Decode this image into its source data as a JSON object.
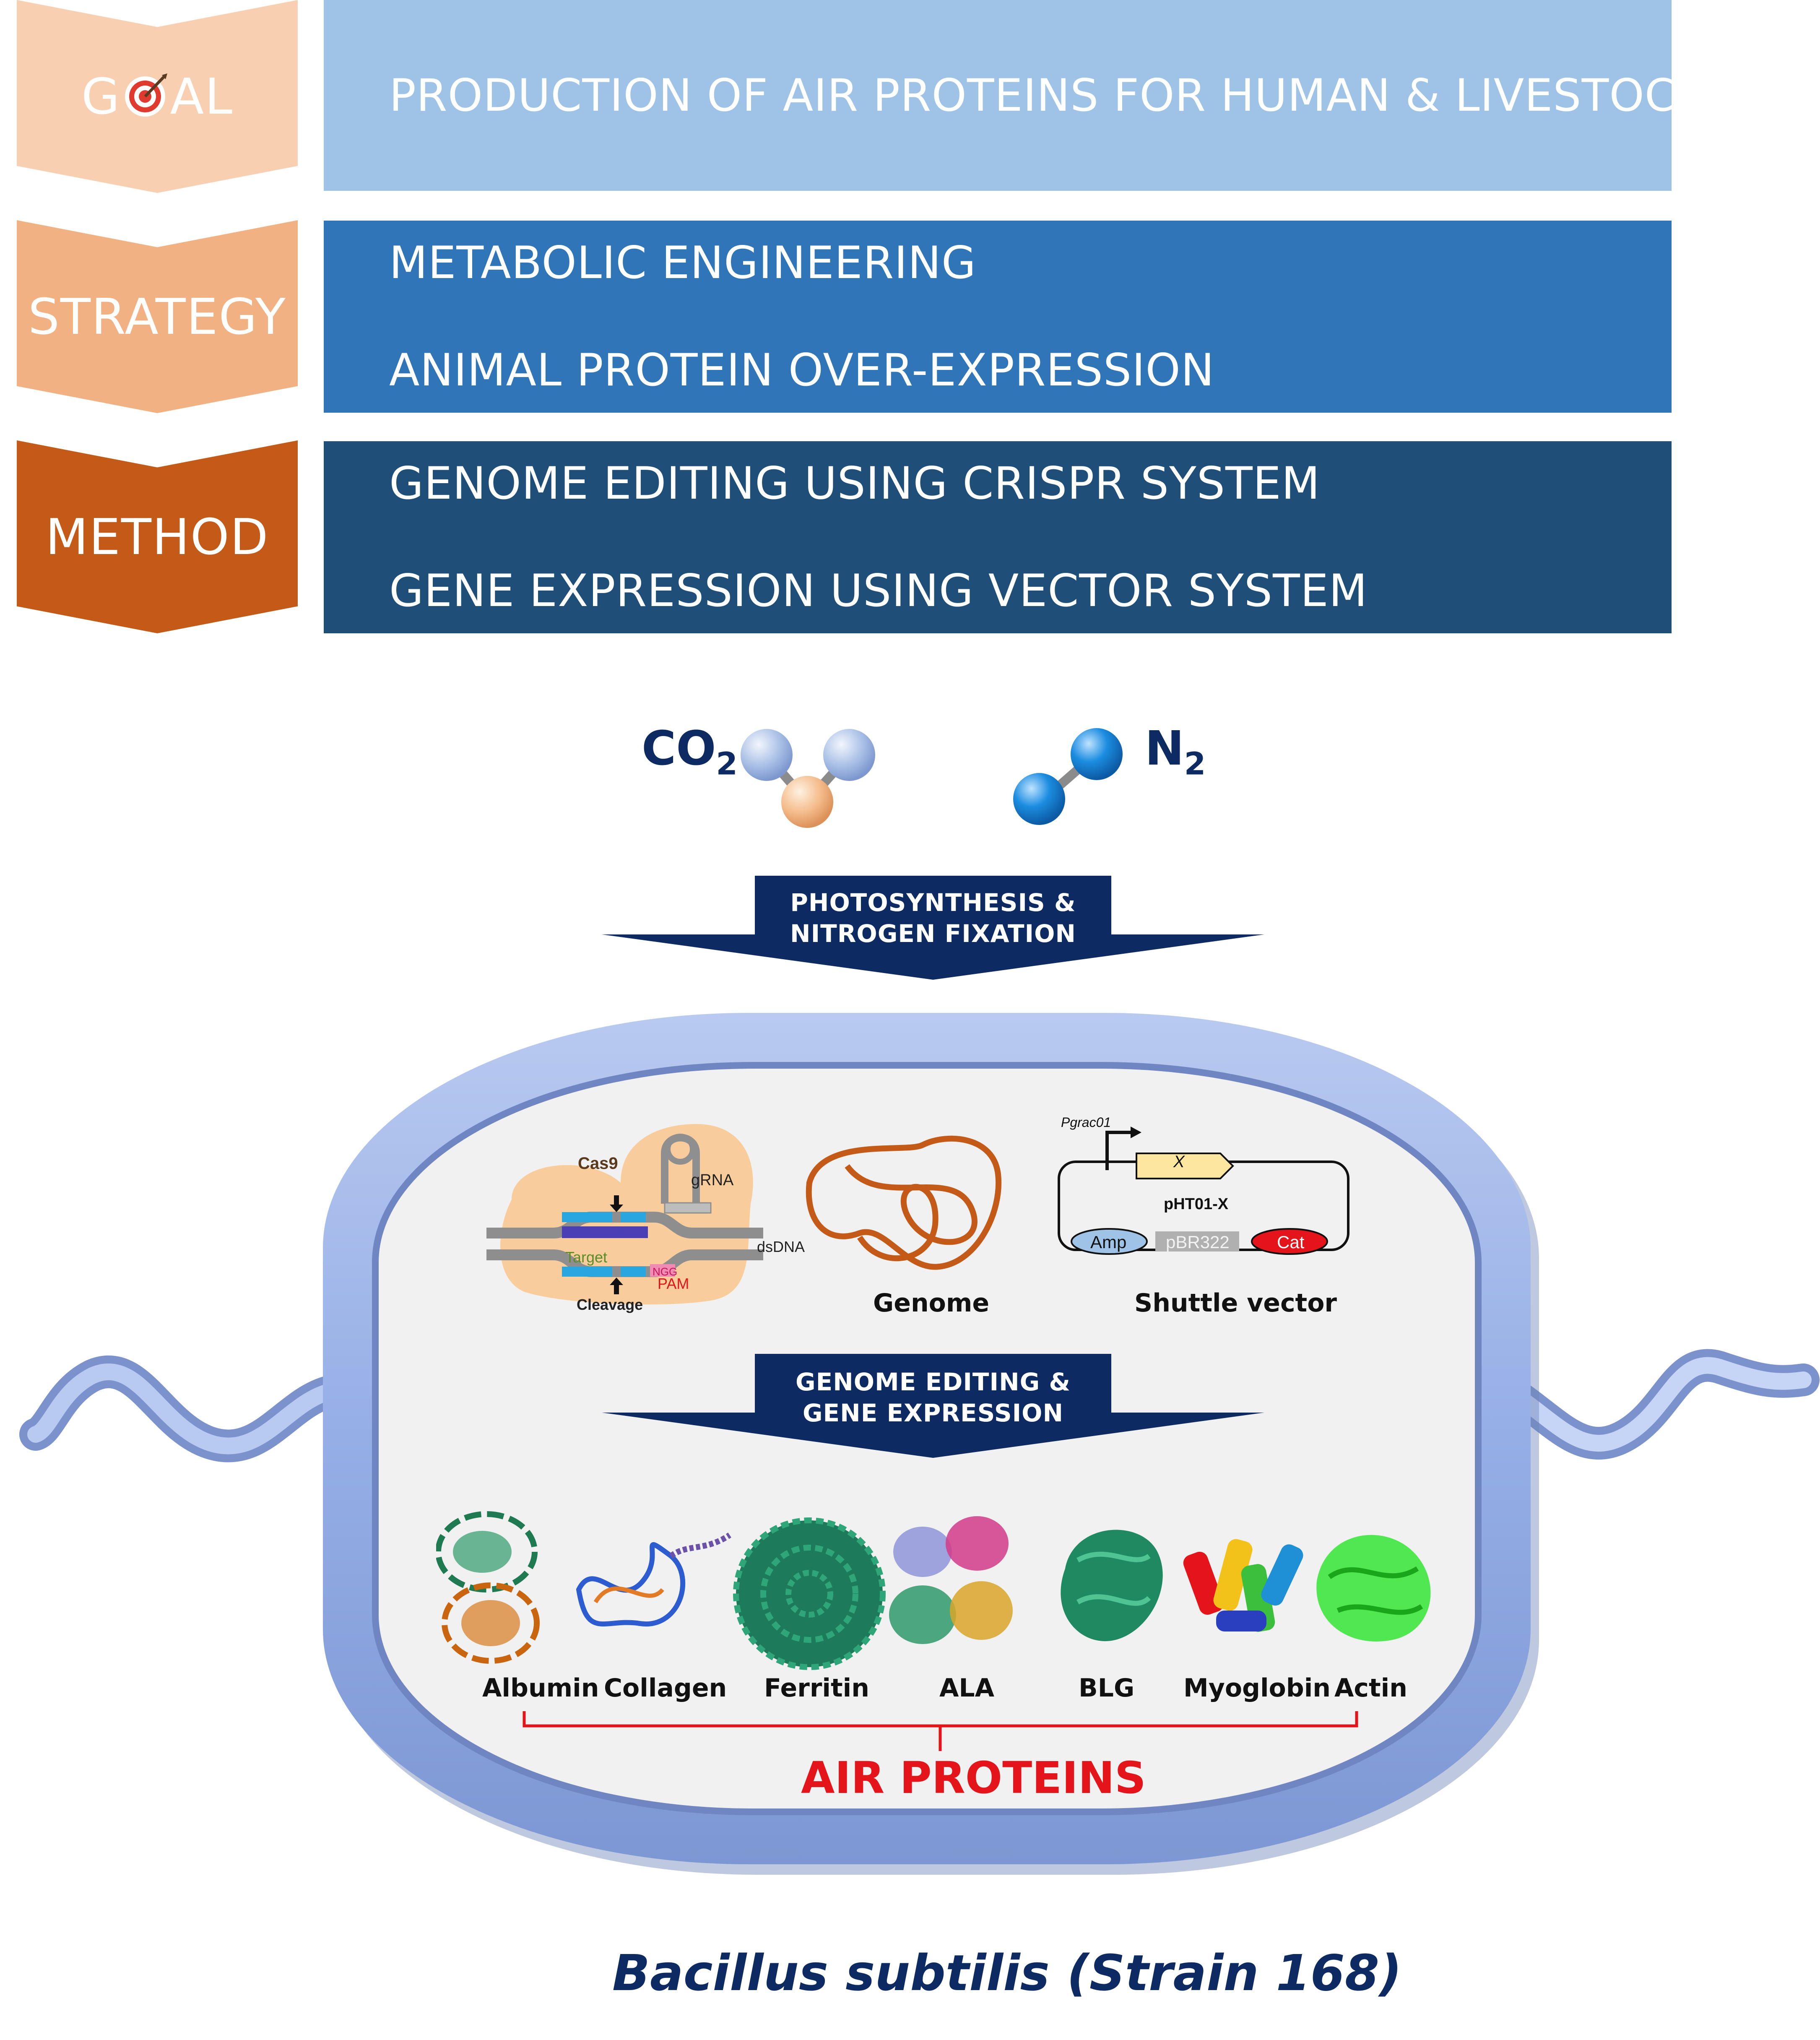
{
  "rows": [
    {
      "label_pre": "G",
      "label_post": "AL",
      "lines": [
        "PRODUCTION OF AIR PROTEINS FOR HUMAN & LIVESTOCKS"
      ]
    },
    {
      "label": "STRATEGY",
      "lines": [
        "METABOLIC ENGINEERING",
        "ANIMAL PROTEIN OVER-EXPRESSION"
      ]
    },
    {
      "label": "METHOD",
      "lines": [
        "GENOME EDITING USING CRISPR SYSTEM",
        "GENE EXPRESSION USING VECTOR SYSTEM"
      ]
    }
  ],
  "colors": {
    "goal_chevron": "#f8cfb0",
    "strategy_chevron": "#f2b183",
    "method_chevron": "#c45a17",
    "goal_band": "#9fc3e6",
    "strategy_band": "#2f75b8",
    "method_band": "#1f4e79",
    "arrow": "#0d2a63",
    "cell": "#9db6e8",
    "protein_red": "#e3151a"
  },
  "molecules": {
    "co2": {
      "main": "CO",
      "sub": "2"
    },
    "n2": {
      "main": "N",
      "sub": "2"
    }
  },
  "arrows": {
    "top": [
      "PHOTOSYNTHESIS &",
      "NITROGEN FIXATION"
    ],
    "middle": [
      "GENOME EDITING &",
      "GENE EXPRESSION"
    ]
  },
  "crispr": {
    "cas9": "Cas9",
    "grna": "gRNA",
    "dsdna": "dsDNA",
    "target": "Target",
    "pam": "PAM",
    "ngg": "NGG",
    "cleavage": "Cleavage"
  },
  "genome_label": "Genome",
  "vector": {
    "promoter": "Pgrac01",
    "gene": "X",
    "name": "pHT01-X",
    "amp": "Amp",
    "ori": "pBR322",
    "cat": "Cat",
    "label": "Shuttle vector"
  },
  "proteins": [
    "Albumin",
    "Collagen",
    "Ferritin",
    "ALA",
    "BLG",
    "Myoglobin",
    "Actin"
  ],
  "air_proteins_label": "AIR PROTEINS",
  "organism": "Bacillus subtilis (Strain 168)"
}
